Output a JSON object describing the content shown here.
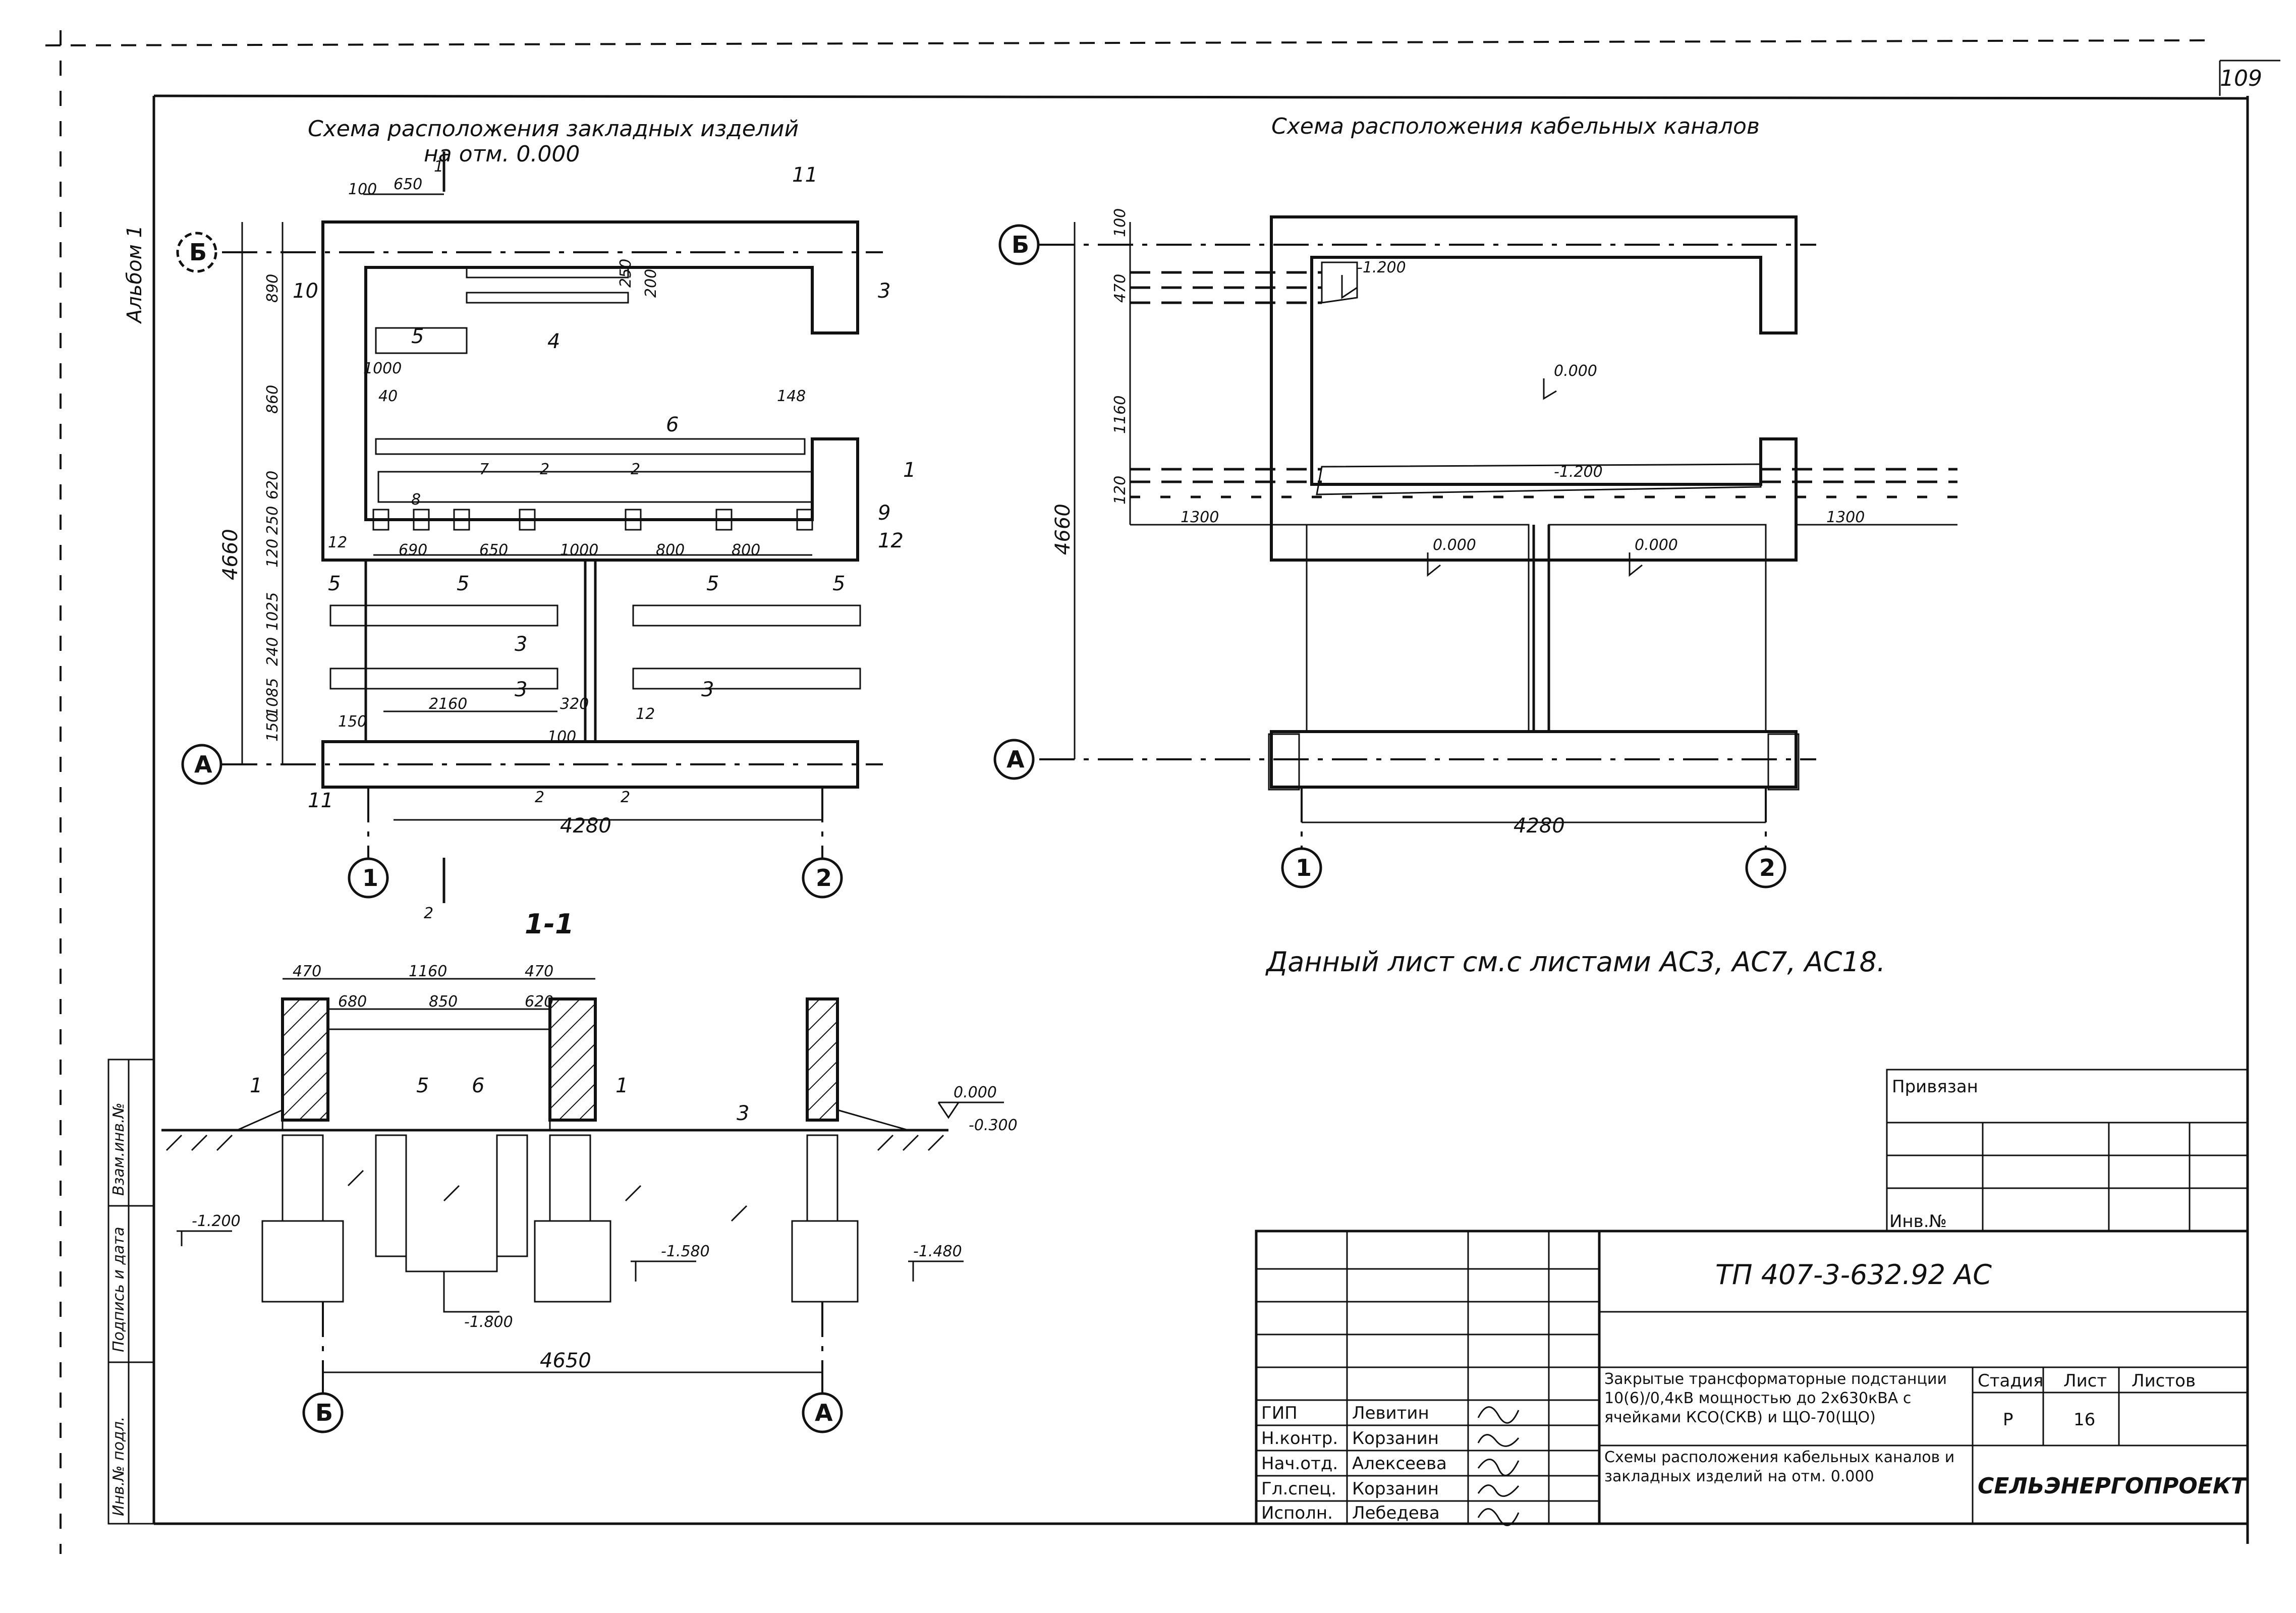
{
  "page_number": "109",
  "album_label": "Альбом 1",
  "left_plan": {
    "title_line1": "Схема расположения закладных изделий",
    "title_line2": "на отм. 0.000",
    "axis_labels": {
      "top": "Б",
      "bottom": "A",
      "left_col": "1",
      "right_col": "2"
    },
    "dims": {
      "d100": "100",
      "d650": "650",
      "d1000a": "1000",
      "d40": "40",
      "d148": "148",
      "d690": "690",
      "d650b": "650",
      "d1000b": "1000",
      "d800a": "800",
      "d800b": "800",
      "d2160": "2160",
      "d320": "320",
      "d150": "150",
      "d100b": "100",
      "d4280": "4280",
      "v890": "890",
      "v860": "860",
      "v620": "620",
      "v250": "250",
      "v120": "120",
      "v1025": "1025",
      "v240": "240",
      "v1085": "1085",
      "v150": "150",
      "v4660": "4660",
      "v250b": "250",
      "v200": "200"
    },
    "marks": {
      "m1": "1",
      "m2": "2",
      "m3a": "3",
      "m3b": "3",
      "m3c": "3",
      "m3d": "3",
      "m4": "4",
      "m5a": "5",
      "m5b": "5",
      "m5c": "5",
      "m5d": "5",
      "m5e": "5",
      "m6": "6",
      "m7": "7",
      "m8": "8",
      "m9": "9",
      "m10": "10",
      "m11a": "11",
      "m11b": "11",
      "m12a": "12",
      "m12b": "12",
      "m12c": "12",
      "m2a": "2",
      "m2b": "2",
      "m2c": "2",
      "m2d": "2",
      "m1b": "1"
    }
  },
  "right_plan": {
    "title": "Схема расположения кабельных каналов",
    "axis_labels": {
      "top": "Б",
      "bottom": "A",
      "left_col": "1",
      "right_col": "2"
    },
    "dims": {
      "v100": "100",
      "v470": "470",
      "v1160": "1160",
      "v120": "120",
      "v4660": "4660",
      "d4280": "4280",
      "d1300a": "1300",
      "d1300b": "1300"
    },
    "levels": {
      "l1": "-1.200",
      "l2": "0.000",
      "l3": "-1.200",
      "l4": "0.000",
      "l5": "0.000"
    }
  },
  "section": {
    "title": "1-1",
    "axis_labels": {
      "left": "Б",
      "right": "A"
    },
    "dims": {
      "d470a": "470",
      "d1160": "1160",
      "d470b": "470",
      "d680": "680",
      "d850": "850",
      "d620": "620",
      "d4650": "4650"
    },
    "levels": {
      "l0": "0.000",
      "l1": "-0.300",
      "l2": "-1.200",
      "l3": "-1.580",
      "l4": "-1.800",
      "l5": "-1.480"
    },
    "marks": {
      "m1a": "1",
      "m1b": "1",
      "m5": "5",
      "m6": "6",
      "m3": "3"
    }
  },
  "note": "Данный лист см.с листами АС3, АС7, АС18.",
  "stamp": {
    "privyazan": "Привязан",
    "inv": "Инв.№",
    "code": "ТП 407-3-632.92 АС",
    "project_title": "Закрытые трансформаторные подстанции 10(6)/0,4кВ мощностью до 2х630кВА с ячейками КСО(СКВ) и ЩО-70(ЩО)",
    "sheet_title": "Схемы расположения кабельных каналов и закладных изделий на отм. 0.000",
    "stage_hdr": "Стадия",
    "sheet_hdr": "Лист",
    "sheets_hdr": "Листов",
    "stage_val": "Р",
    "sheet_val": "16",
    "org": "СЕЛЬЭНЕРГОПРОЕКТ",
    "roles": [
      {
        "role": "ГИП",
        "name": "Левитин"
      },
      {
        "role": "Н.контр.",
        "name": "Корзанин"
      },
      {
        "role": "Нач.отд.",
        "name": "Алексеева"
      },
      {
        "role": "Гл.спец.",
        "name": "Корзанин"
      },
      {
        "role": "Исполн.",
        "name": "Лебедева"
      }
    ]
  },
  "side_stamp": [
    "Взам.инв.№",
    "Подпись и дата",
    "Инв.№ подл."
  ]
}
